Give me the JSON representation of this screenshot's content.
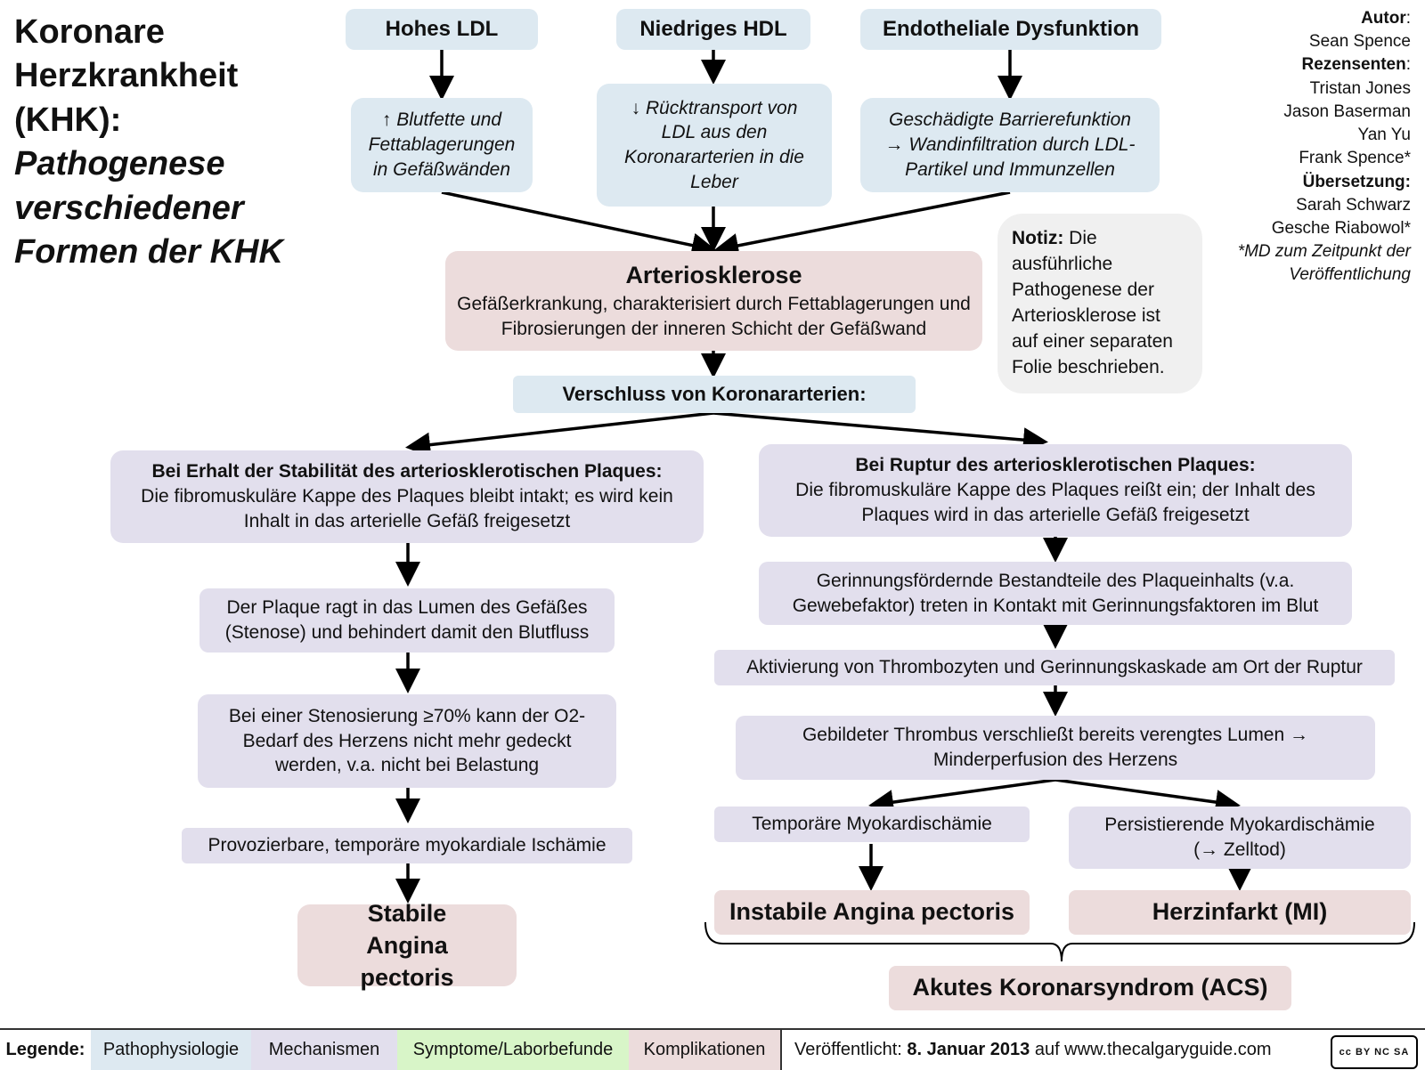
{
  "title": {
    "line1": "Koronare",
    "line2": "Herzkrankheit",
    "line3": "(KHK):",
    "subtitle": "Pathogenese verschiedener Formen der KHK"
  },
  "credits": {
    "author_label": "Autor",
    "author": "Sean Spence",
    "reviewers_label": "Rezensenten",
    "reviewers": [
      "Tristan Jones",
      "Jason Baserman",
      "Yan Yu",
      "Frank Spence*"
    ],
    "translation_label": "Übersetzung:",
    "translators": [
      "Sarah Schwarz",
      "Gesche Riabowol*"
    ],
    "footnote": "*MD zum Zeitpunkt der Veröffentlichung"
  },
  "causes": {
    "ldl": {
      "title": "Hohes LDL",
      "effect": "↑ Blutfette und Fettablagerungen in Gefäßwänden"
    },
    "hdl": {
      "title": "Niedriges HDL",
      "effect": "↓ Rücktransport von LDL aus den Koronararterien in die Leber"
    },
    "endo": {
      "title": "Endotheliale Dysfunktion",
      "effect": "Geschädigte Barrierefunktion → Wandinfiltration durch LDL-Partikel und Immunzellen"
    }
  },
  "note": {
    "label": "Notiz:",
    "text": "Die ausführliche Pathogenese der Arteriosklerose ist auf einer separaten Folie beschrieben."
  },
  "athero": {
    "title": "Arteriosklerose",
    "text": "Gefäßerkrankung, charakterisiert durch Fettablagerungen und Fibrosierungen der inneren Schicht der Gefäßwand"
  },
  "occlusion": "Verschluss von Koronararterien:",
  "stable": {
    "header": "Bei Erhalt der Stabilität des arteriosklerotischen Plaques:",
    "header_text": "Die fibromuskuläre Kappe des Plaques bleibt intakt; es wird kein Inhalt in das arterielle Gefäß freigesetzt",
    "step1": "Der Plaque ragt in das Lumen des Gefäßes (Stenose)  und behindert damit den Blutfluss",
    "step2": "Bei einer Stenosierung ≥70% kann der O2-Bedarf des Herzens nicht mehr gedeckt werden, v.a. nicht bei Belastung",
    "step3": "Provozierbare, temporäre myokardiale Ischämie",
    "outcome": "Stabile Angina pectoris"
  },
  "rupture": {
    "header": "Bei Ruptur des arteriosklerotischen Plaques:",
    "header_text": "Die fibromuskuläre Kappe des Plaques reißt ein; der Inhalt  des Plaques wird in das arterielle Gefäß freigesetzt",
    "step1": "Gerinnungsfördernde Bestandteile des Plaqueinhalts (v.a. Gewebefaktor) treten in Kontakt mit Gerinnungsfaktoren im Blut",
    "step2": "Aktivierung von Thrombozyten und Gerinnungskaskade am Ort der Ruptur",
    "step3": "Gebildeter Thrombus verschließt bereits verengtes Lumen → Minderperfusion des Herzens",
    "temp": "Temporäre Myokardischämie",
    "persist": "Persistierende Myokardischämie (→  Zelltod)",
    "unstable": "Instabile Angina pectoris",
    "mi": "Herzinfarkt (MI)",
    "acs": "Akutes Koronarsyndrom (ACS)"
  },
  "legend": {
    "label": "Legende:",
    "items": [
      "Pathophysiologie",
      "Mechanismen",
      "Symptome/Laborbefunde",
      "Komplikationen"
    ],
    "colors": [
      "#dde9f1",
      "#e2dfed",
      "#d8f5c8",
      "#ecdcdc"
    ]
  },
  "footer": {
    "published_prefix": "Veröffentlicht: ",
    "published_date": "8. Januar 2013",
    "published_suffix": " auf www.thecalgaryguide.com",
    "license_badge": "cc BY NC SA"
  }
}
